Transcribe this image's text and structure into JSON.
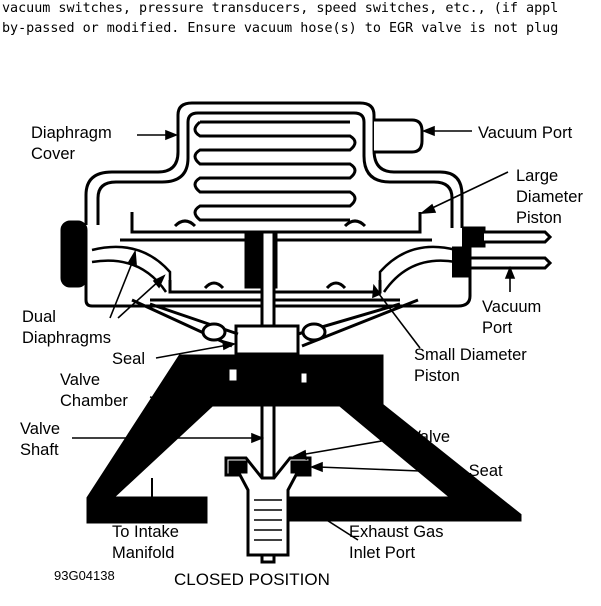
{
  "header": {
    "line1": "vacuum switches, pressure transducers, speed switches, etc., (if appl",
    "line2": "by-passed or modified. Ensure vacuum hose(s) to EGR valve is not plug"
  },
  "labels": {
    "diaphragm_cover": [
      "Diaphragm",
      "Cover"
    ],
    "vacuum_port_top": "Vacuum Port",
    "large_diameter_piston": [
      "Large",
      "Diameter",
      "Piston"
    ],
    "vacuum_port_right": [
      "Vacuum",
      "Port"
    ],
    "dual_diaphragms": [
      "Dual",
      "Diaphragms"
    ],
    "seal": "Seal",
    "small_diameter_piston": [
      "Small Diameter",
      "Piston"
    ],
    "valve_chamber": [
      "Valve",
      "Chamber"
    ],
    "valve_shaft": [
      "Valve",
      "Shaft"
    ],
    "valve": "Valve",
    "valve_seat": "Valve Seat",
    "to_intake_manifold": [
      "To Intake",
      "Manifold"
    ],
    "exhaust_gas_inlet_port": [
      "Exhaust Gas",
      "Inlet Port"
    ],
    "figure_code": "93G04138",
    "caption": "CLOSED POSITION"
  }
}
